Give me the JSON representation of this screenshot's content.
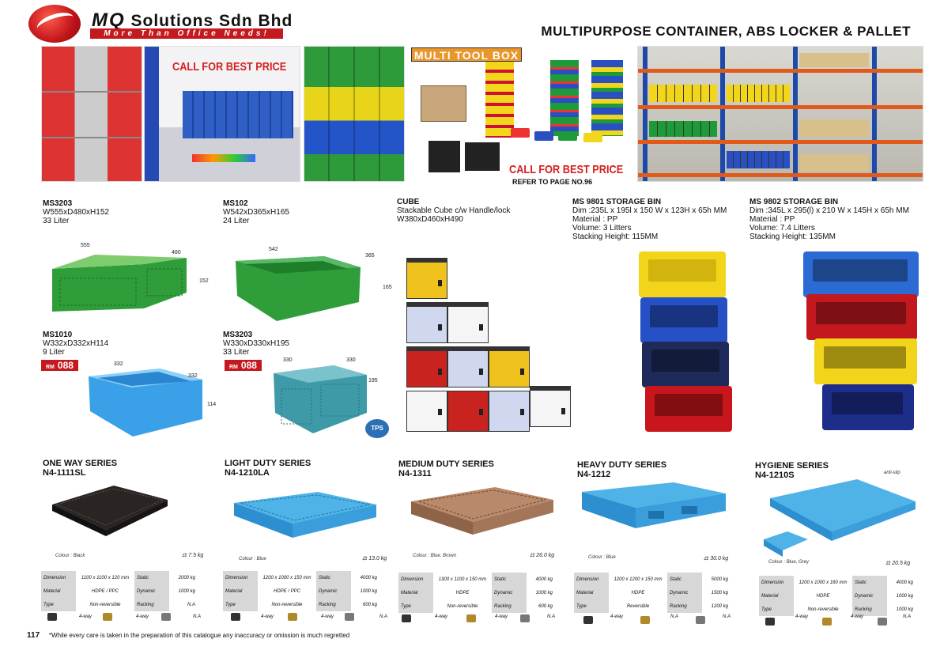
{
  "header": {
    "brand_prefix": "MQ",
    "brand_rest": "Solutions Sdn Bhd",
    "tagline": "More Than Office Needs!",
    "title": "MULTIPURPOSE CONTAINER, ABS LOCKER & PALLET"
  },
  "banners": {
    "call_best_price_1": "CALL FOR BEST PRICE",
    "multi_tool_box": "MULTI TOOL BOX",
    "call_best_price_2": "CALL FOR BEST PRICE",
    "refer": "REFER TO PAGE NO.96"
  },
  "products": {
    "ms3203a": {
      "code": "MS3203",
      "dim": "W555xD480xH152",
      "vol": "33 Liter",
      "d1": "555",
      "d2": "480",
      "d3": "152"
    },
    "ms102": {
      "code": "MS102",
      "dim": "W542xD365xH165",
      "vol": "24 Liter",
      "d1": "542",
      "d2": "365",
      "d3": "165"
    },
    "cube": {
      "code": "CUBE",
      "desc": "Stackable Cube c/w Handle/lock",
      "dim": "W380xD460xH490"
    },
    "ms9801": {
      "code": "MS 9801 STORAGE BIN",
      "l1": "Dim :235L x 195l x 150 W x 123H x 65h MM",
      "l2": "Material : PP",
      "l3": "Volume: 3 Litters",
      "l4": "Stacking Height: 115MM"
    },
    "ms9802": {
      "code": "MS 9802 STORAGE BIN",
      "l1": "Dim :345L x 295(l) x 210 W x 145H x 65h MM",
      "l2": "Material : PP",
      "l3": "Volume: 7.4 Litters",
      "l4": "Stacking Height: 135MM"
    },
    "ms1010": {
      "code": "MS1010",
      "dim": "W332xD332xH114",
      "vol": "9 Liter",
      "price_rm": "RM",
      "price": "088",
      "d1": "332",
      "d2": "332",
      "d3": "114"
    },
    "ms3203b": {
      "code": "MS3203",
      "dim": "W330xD330xH195",
      "vol": "33 Liter",
      "price_rm": "RM",
      "price": "088",
      "d1": "330",
      "d2": "330",
      "d3": "195"
    },
    "tps": "TPS"
  },
  "pallets": [
    {
      "series": "ONE WAY SERIES",
      "model": "N4-1111SL",
      "colour": "Colour : Black",
      "weight": "7.5 kg",
      "rows": [
        [
          "Dimension",
          "1100 x 1100 x 120 mm",
          "Static",
          "2000 kg"
        ],
        [
          "Material",
          "HDPE / PPC",
          "Dynamic",
          "1000 kg"
        ],
        [
          "Type",
          "Non-reversible",
          "Racking",
          "N.A"
        ]
      ],
      "fork1": "4-way",
      "fork2": "4-way",
      "fork3": "N.A"
    },
    {
      "series": "LIGHT DUTY SERIES",
      "model": "N4-1210LA",
      "colour": "Colour : Blue",
      "weight": "13.0 kg",
      "rows": [
        [
          "Dimension",
          "1200 x 1000 x 150 mm",
          "Static",
          "4000 kg"
        ],
        [
          "Material",
          "HDPE / PPC",
          "Dynamic",
          "1000 kg"
        ],
        [
          "Type",
          "Non-reversible",
          "Racking",
          "600 kg"
        ]
      ],
      "fork1": "4-way",
      "fork2": "4-way",
      "fork3": "N.A"
    },
    {
      "series": "MEDIUM DUTY SERIES",
      "model": "N4-1311",
      "colour": "Colour : Blue, Brown",
      "weight": "26.0 kg",
      "rows": [
        [
          "Dimension",
          "1300 x 1100 x 150 mm",
          "Static",
          "4000 kg"
        ],
        [
          "Material",
          "HDPE",
          "Dynamic",
          "1000 kg"
        ],
        [
          "Type",
          "Non-reversible",
          "Racking",
          "600 kg"
        ]
      ],
      "fork1": "4-way",
      "fork2": "4-way",
      "fork3": "N.A"
    },
    {
      "series": "HEAVY DUTY SERIES",
      "model": "N4-1212",
      "colour": "Colour : Blue",
      "weight": "30.0 kg",
      "rows": [
        [
          "Dimension",
          "1200 x 1200 x 150 mm",
          "Static",
          "5000 kg"
        ],
        [
          "Material",
          "HDPE",
          "Dynamic",
          "1500 kg"
        ],
        [
          "Type",
          "Reversible",
          "Racking",
          "1200 kg"
        ]
      ],
      "fork1": "4-way",
      "fork2": "N.A",
      "fork3": "N.A"
    },
    {
      "series": "HYGIENE SERIES",
      "model": "N4-1210S",
      "colour": "Colour : Blue, Grey",
      "weight": "20.5 kg",
      "note": "anti-slip",
      "rows": [
        [
          "Dimension",
          "1200 x 1000 x 160 mm",
          "Static",
          "4000 kg"
        ],
        [
          "Material",
          "HDPE",
          "Dynamic",
          "1000 kg"
        ],
        [
          "Type",
          "Non-reversible",
          "Racking",
          "1000 kg"
        ]
      ],
      "fork1": "4-way",
      "fork2": "4-way",
      "fork3": "N.A"
    }
  ],
  "footer": {
    "page": "117",
    "disclaimer": "*While every care is taken in the preparation of this catalogue any inaccuracy or omission is much regretted"
  }
}
